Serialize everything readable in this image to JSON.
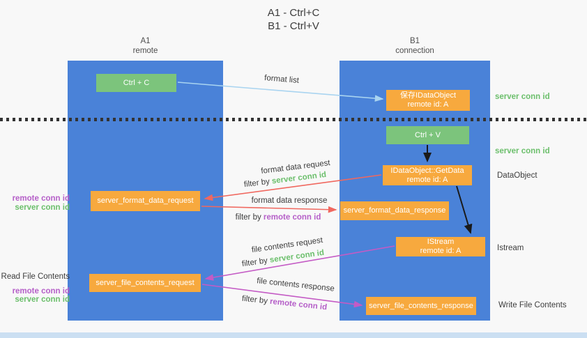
{
  "title": {
    "line1": "A1 - Ctrl+C",
    "line2": "B1 - Ctrl+V"
  },
  "columns": {
    "left": {
      "name": "A1",
      "role": "remote"
    },
    "right": {
      "name": "B1",
      "role": "connection"
    }
  },
  "boxes": {
    "ctrl_c": {
      "label": "Ctrl + C"
    },
    "save_idataobject": {
      "line1": "保存IDataObject",
      "line2": "remote id: A"
    },
    "ctrl_v": {
      "label": "Ctrl + V"
    },
    "getdata": {
      "line1": "IDataObject::GetData",
      "line2": "remote id: A"
    },
    "format_request": {
      "label": "server_format_data_request"
    },
    "format_response": {
      "label": "server_format_data_response"
    },
    "istream": {
      "line1": "IStream",
      "line2": "remote id: A"
    },
    "file_request": {
      "label": "server_file_contents_request"
    },
    "file_response": {
      "label": "server_file_contents_response"
    }
  },
  "right_labels": {
    "server_conn_id_top": "server conn id",
    "server_conn_id_mid": "server conn id",
    "dataobject": "DataObject",
    "istream": "Istream",
    "write_file_contents": "Write File Contents"
  },
  "left_labels": {
    "remote_conn_id_top": "remote conn id",
    "server_conn_id_top": "server conn id",
    "read_file_contents": "Read File Contents",
    "remote_conn_id_bottom": "remote conn id",
    "server_conn_id_bottom": "server conn id"
  },
  "arrows": {
    "format_list": {
      "label": "format list"
    },
    "format_data_request": {
      "label": "format data request",
      "filter_prefix": "filter by ",
      "filter_key": "server conn id"
    },
    "format_data_response": {
      "label": "format data response",
      "filter_prefix": "filter by ",
      "filter_key": "remote conn id"
    },
    "file_contents_request": {
      "label": "file contents request",
      "filter_prefix": "filter by ",
      "filter_key": "server conn id"
    },
    "file_contents_response": {
      "label": "file contents response",
      "filter_prefix": "filter by ",
      "filter_key": "remote conn id"
    }
  },
  "colors": {
    "column_blue": "#4a82d8",
    "box_green": "#7cc47c",
    "box_orange": "#f7a93e",
    "arrow_blue": "#a9d4f0",
    "arrow_red": "#f0685f",
    "arrow_magenta": "#c45bc5",
    "arrow_black": "#1a1a1a",
    "text_green": "#6cbf6c",
    "text_purple": "#b55fc8"
  }
}
